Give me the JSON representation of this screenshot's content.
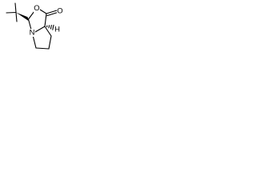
{
  "structure": {
    "atoms": {
      "ring_oxygen": "O",
      "carbonyl_oxygen": "O",
      "ring_nitrogen": "N",
      "stereo_hydrogen": "H"
    },
    "stereocenters": [
      {
        "atom": "C3",
        "bond_to": "tert-butyl",
        "style": "solid-wedge"
      },
      {
        "atom": "C7a",
        "bond_to": "H",
        "style": "hashed-wedge"
      }
    ]
  }
}
